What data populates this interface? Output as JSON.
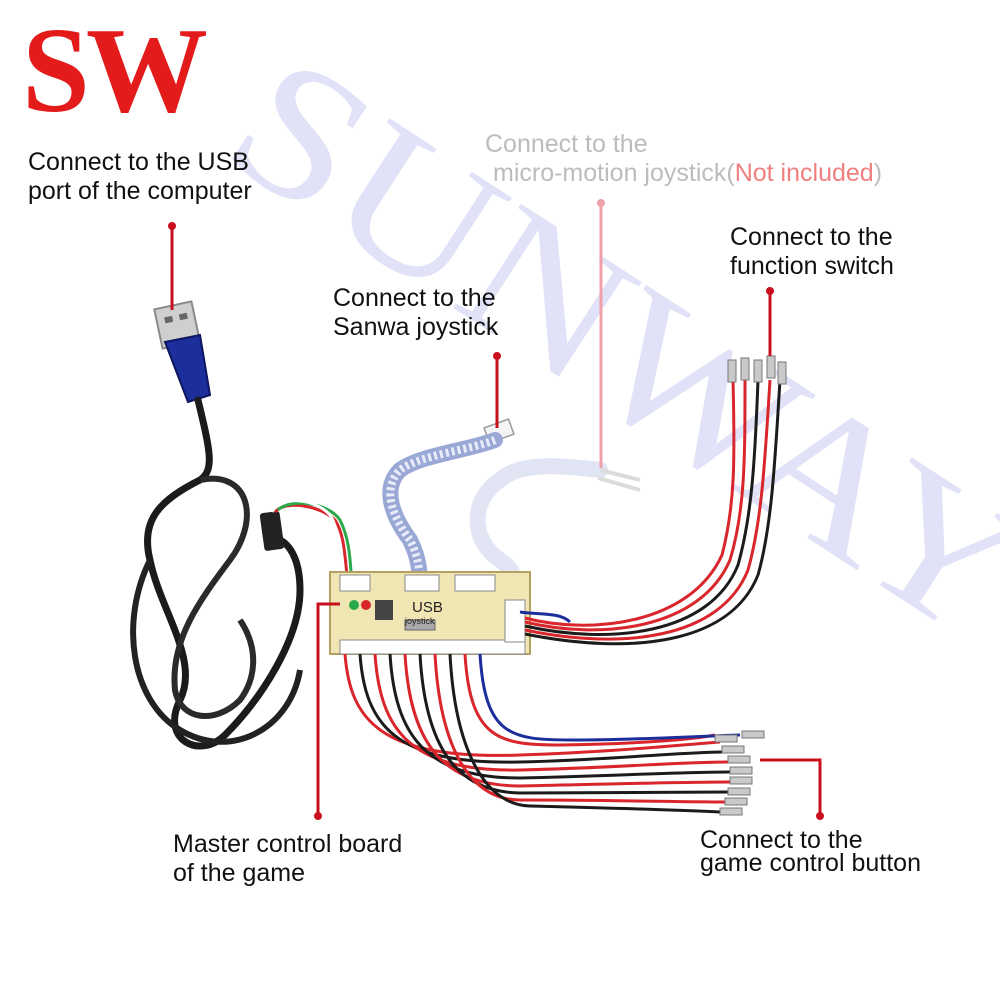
{
  "logo": {
    "text": "SW",
    "color": "#e41b1b"
  },
  "watermark": {
    "text": "SUNWAY",
    "color": "#c9c9f2"
  },
  "labels": {
    "usb": {
      "line1": "Connect  to the USB",
      "line2": "port of the computer"
    },
    "sanwa": {
      "line1": "Connect to the",
      "line2": "Sanwa joystick"
    },
    "micro": {
      "line1": "Connect to the",
      "line2_main": "micro-motion joystick(",
      "line2_note": "Not included",
      "line2_end": ")"
    },
    "function": {
      "line1": "Connect to the",
      "line2": "function switch"
    },
    "master": {
      "line1": "Master control board",
      "line2": "of the game"
    },
    "button": {
      "line1": "Connect to the",
      "line2": "game control button"
    }
  },
  "board": {
    "text_line1": "USB",
    "text_line2": "joystick"
  },
  "colors": {
    "leader": "#c8101e",
    "leader_faded": "#f0a0a8",
    "note_red": "#f08080",
    "cable_black": "#1b1b1b",
    "cable_blue": "#1c2d9c",
    "wire_red": "#d8262c",
    "board": "#f0e6b4"
  }
}
